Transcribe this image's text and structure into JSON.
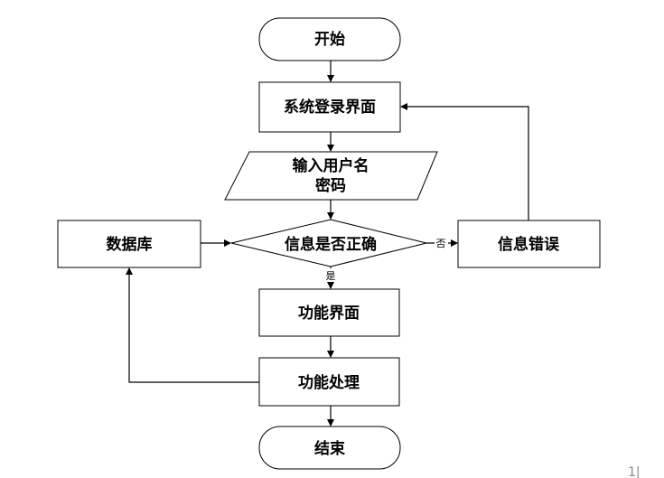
{
  "nodes": {
    "start": "开始",
    "login": "系统登录界面",
    "input_line1": "输入用户名",
    "input_line2": "密码",
    "check": "信息是否正确",
    "database": "数据库",
    "error": "信息错误",
    "function_ui": "功能界面",
    "function_proc": "功能处理",
    "end": "结束"
  },
  "edge_labels": {
    "no": "否",
    "yes": "是"
  },
  "corner_mark": "1|"
}
